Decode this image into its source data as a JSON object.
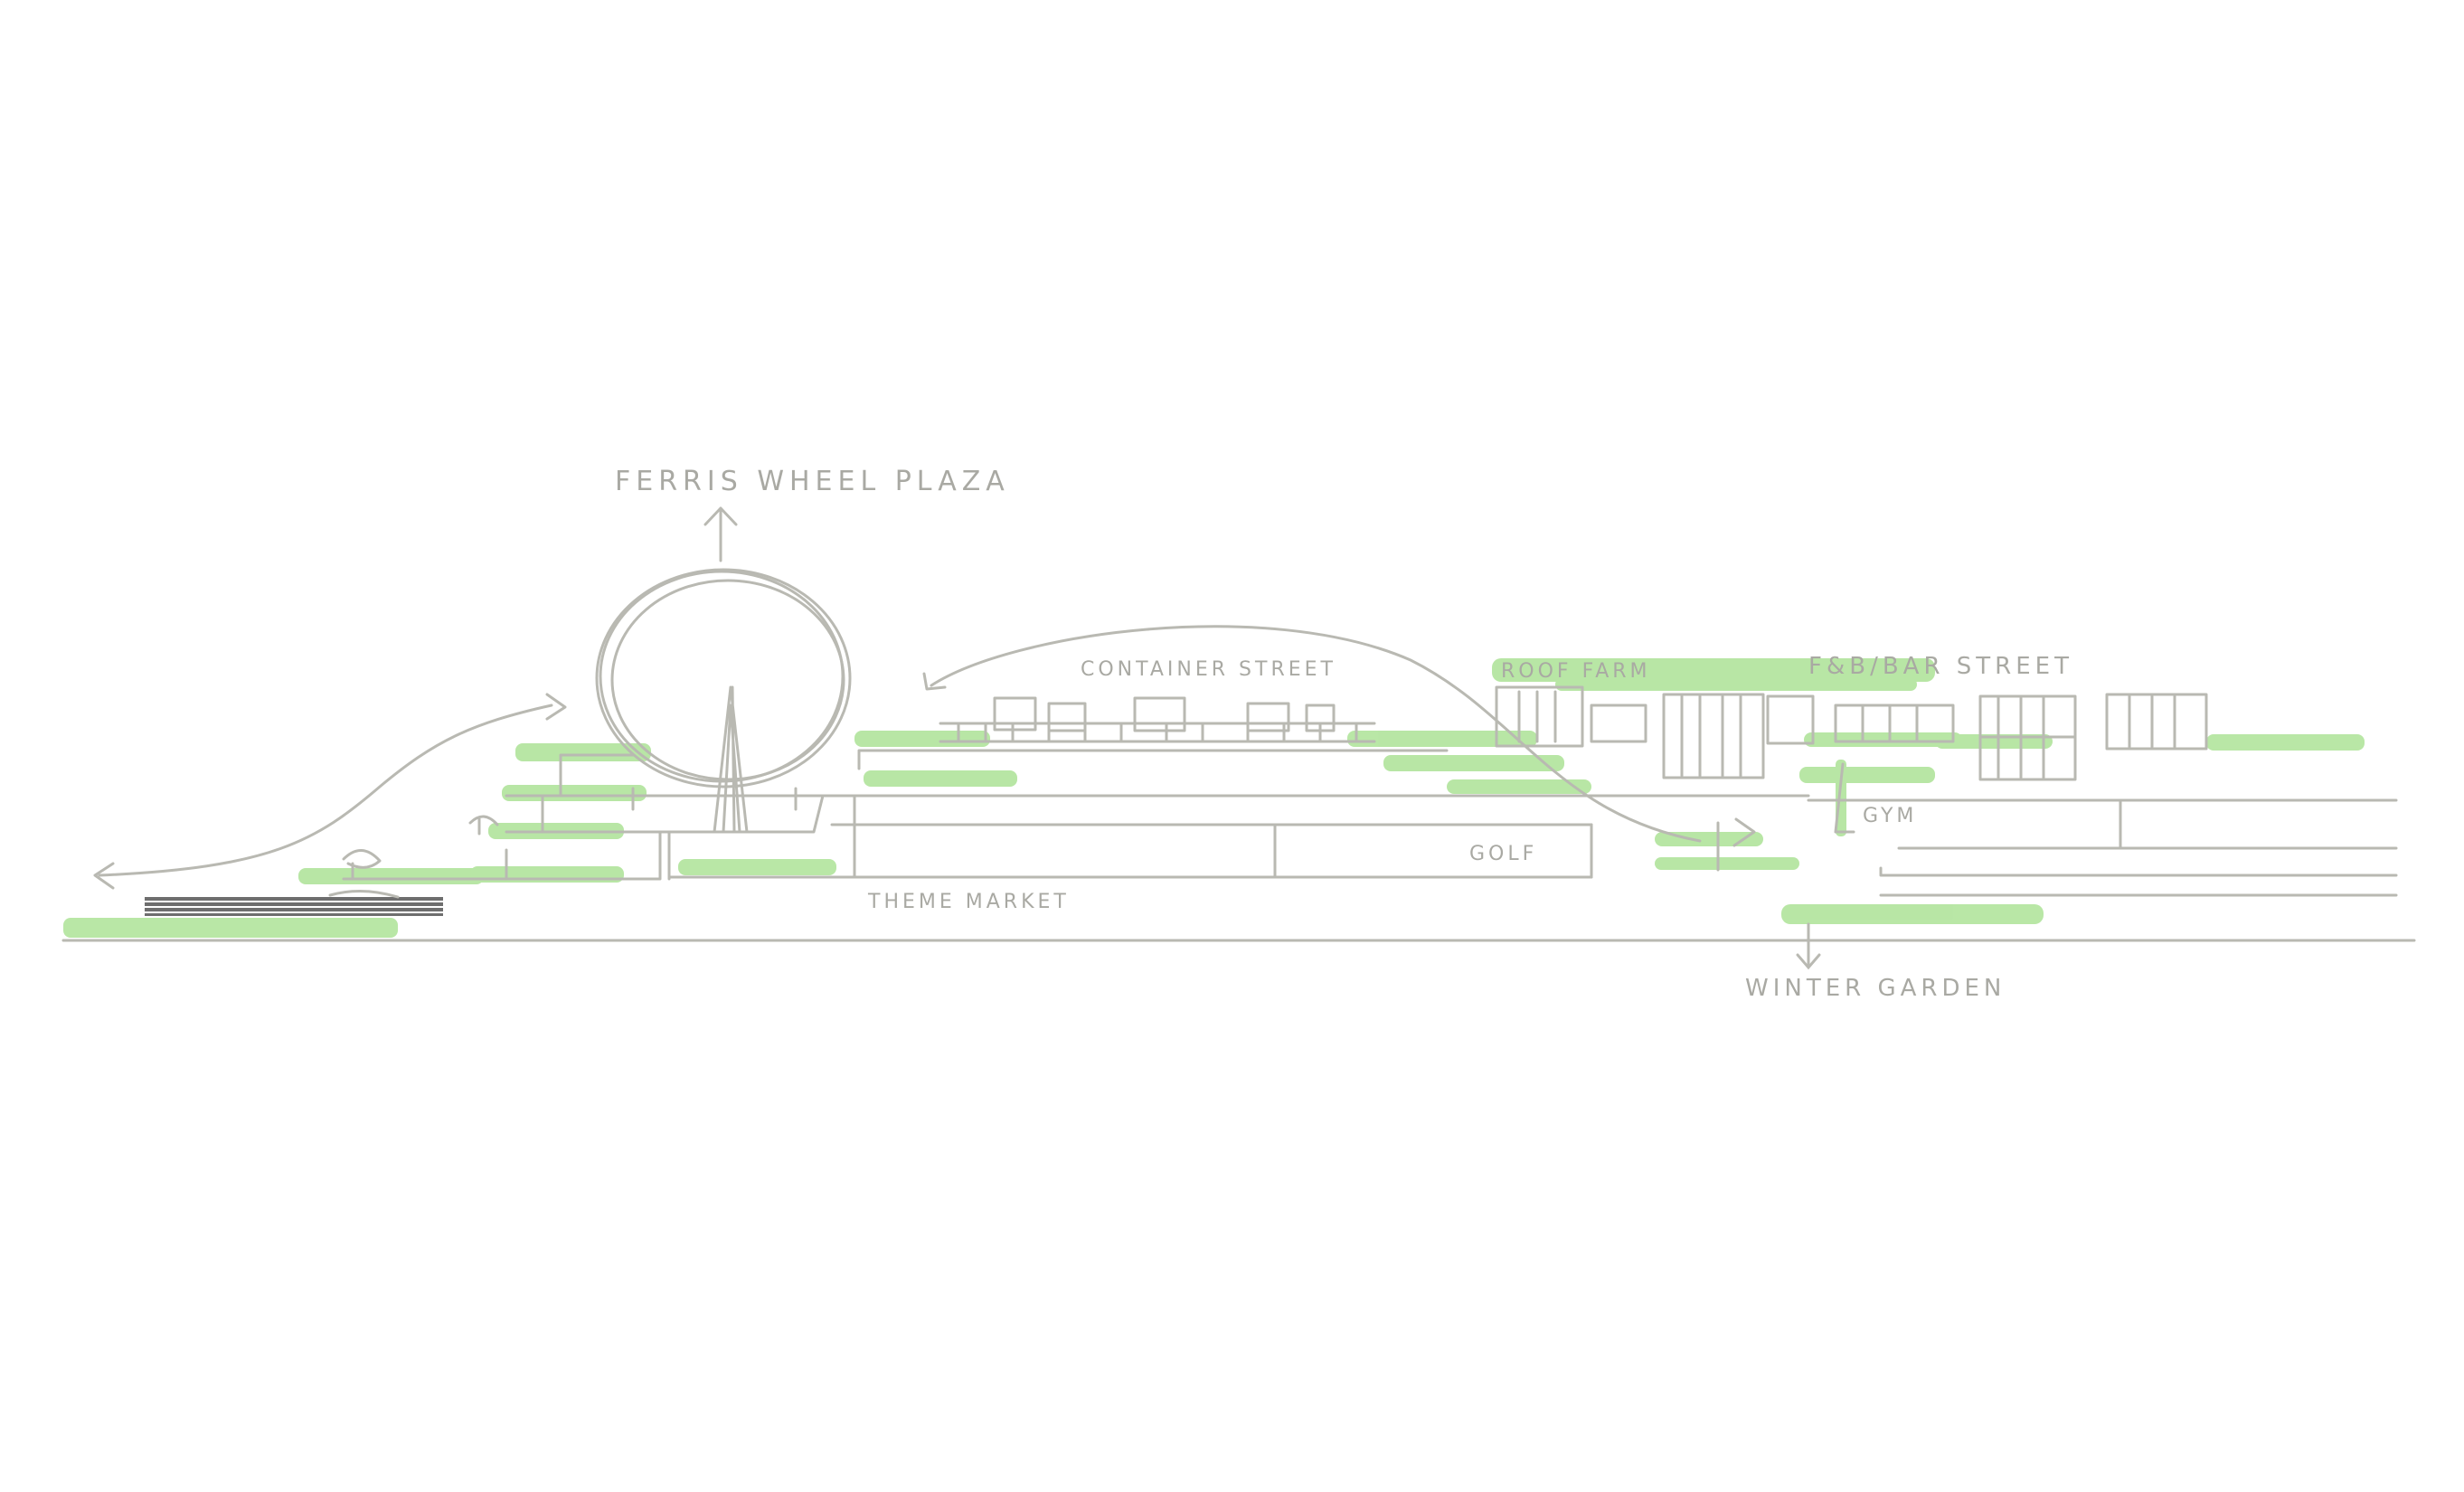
{
  "labels": {
    "ferris_wheel_plaza": "FERRIS WHEEL PLAZA",
    "container_street": "CONTAINER STREET",
    "roof_farm": "ROOF FARM",
    "fb_bar_street": "F&B/BAR STREET",
    "golf": "GOLF",
    "gym": "GYM",
    "theme_market": "THEME MARKET",
    "winter_garden": "WINTER GARDEN"
  },
  "colors": {
    "pencil": "#b9b9b2",
    "green_wash": "#7fd35c",
    "dark_wash": "#5c5c5c",
    "paper": "#ffffff"
  }
}
